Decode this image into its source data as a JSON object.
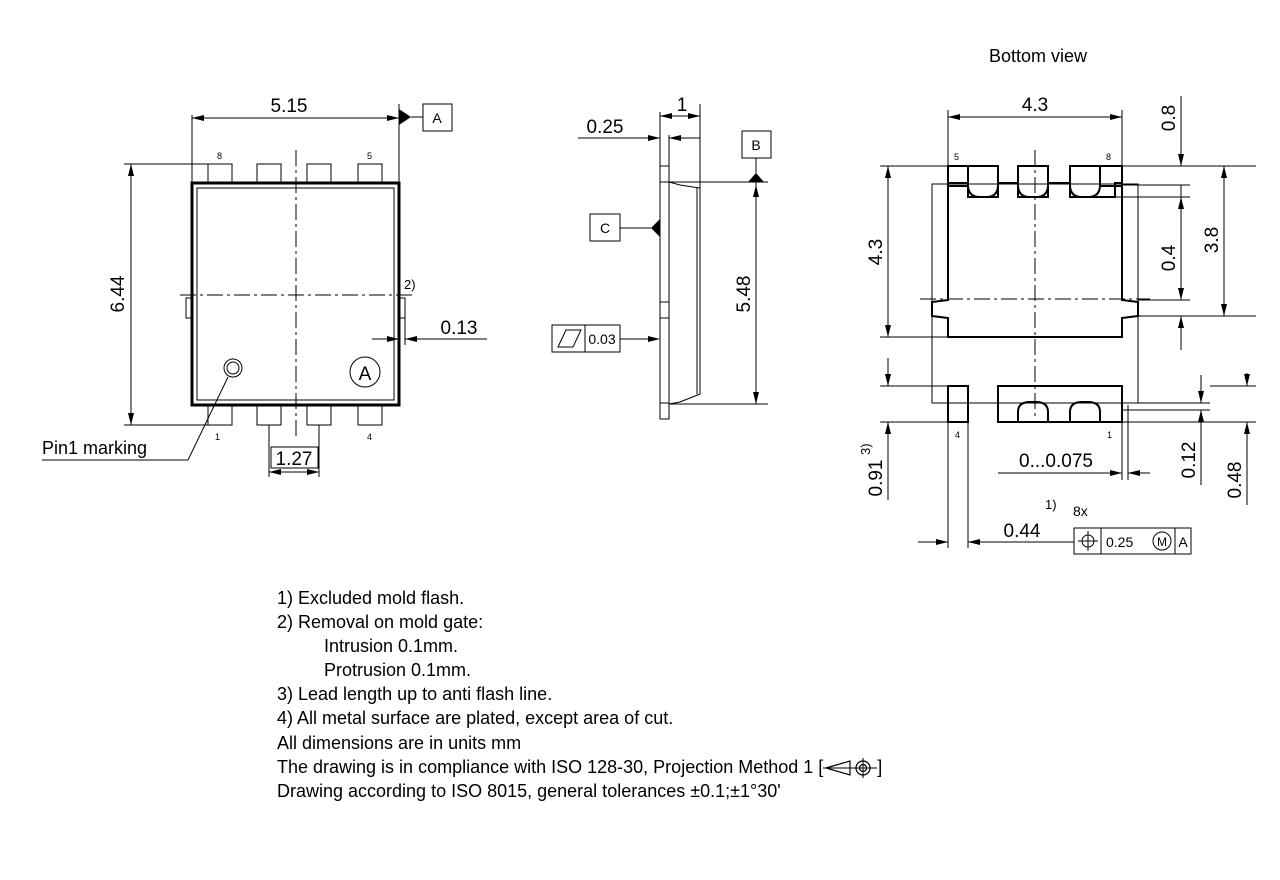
{
  "views": {
    "bottom_view_title": "Bottom view"
  },
  "datums": {
    "a": "A",
    "b": "B",
    "c": "C"
  },
  "dimensions": {
    "top_width": "5.15",
    "top_height": "6.44",
    "gate": "0.13",
    "gate_note_ref": "2)",
    "pitch": "1.27",
    "side_thickness": "1",
    "side_standoff": "0.25",
    "side_length": "5.48",
    "bv_pad_width": "4.3",
    "bv_lead_length_top": "0.8",
    "bv_pad_height": "4.3",
    "bv_inner_height": "3.8",
    "bv_gap": "0.4",
    "bv_lead_length_bottom": "0.91",
    "bv_lead_note_ref": "3)",
    "bv_lead_width": "0.44",
    "bv_lead_width_note_ref": "1)",
    "bv_offset": "0...0.075",
    "bv_small": "0.12",
    "bv_lead_total": "0.48"
  },
  "flatness": {
    "value": "0.03"
  },
  "position_tolerance": {
    "count": "8x",
    "value": "0.25",
    "modifier": "M",
    "datum": "A"
  },
  "pins": {
    "top_left": "8",
    "top_right": "5",
    "bottom_left": "1",
    "bottom_right": "4",
    "bv_top_left": "5",
    "bv_top_right": "8",
    "bv_bottom_left": "4",
    "bv_bottom_right": "1"
  },
  "labels": {
    "pin1_marking": "Pin1 marking",
    "datum_mark_a": "A"
  },
  "notes": [
    "1) Excluded mold flash.",
    "2) Removal on mold gate:",
    "Intrusion 0.1mm.",
    "Protrusion 0.1mm.",
    "3) Lead length up to anti flash line.",
    "4) All metal surface are plated, except area of cut.",
    "All dimensions are in units mm",
    "The drawing is in compliance with ISO 128-30, Projection Method 1 [",
    "]",
    "Drawing according to ISO 8015, general tolerances ±0.1;±1°30'"
  ]
}
